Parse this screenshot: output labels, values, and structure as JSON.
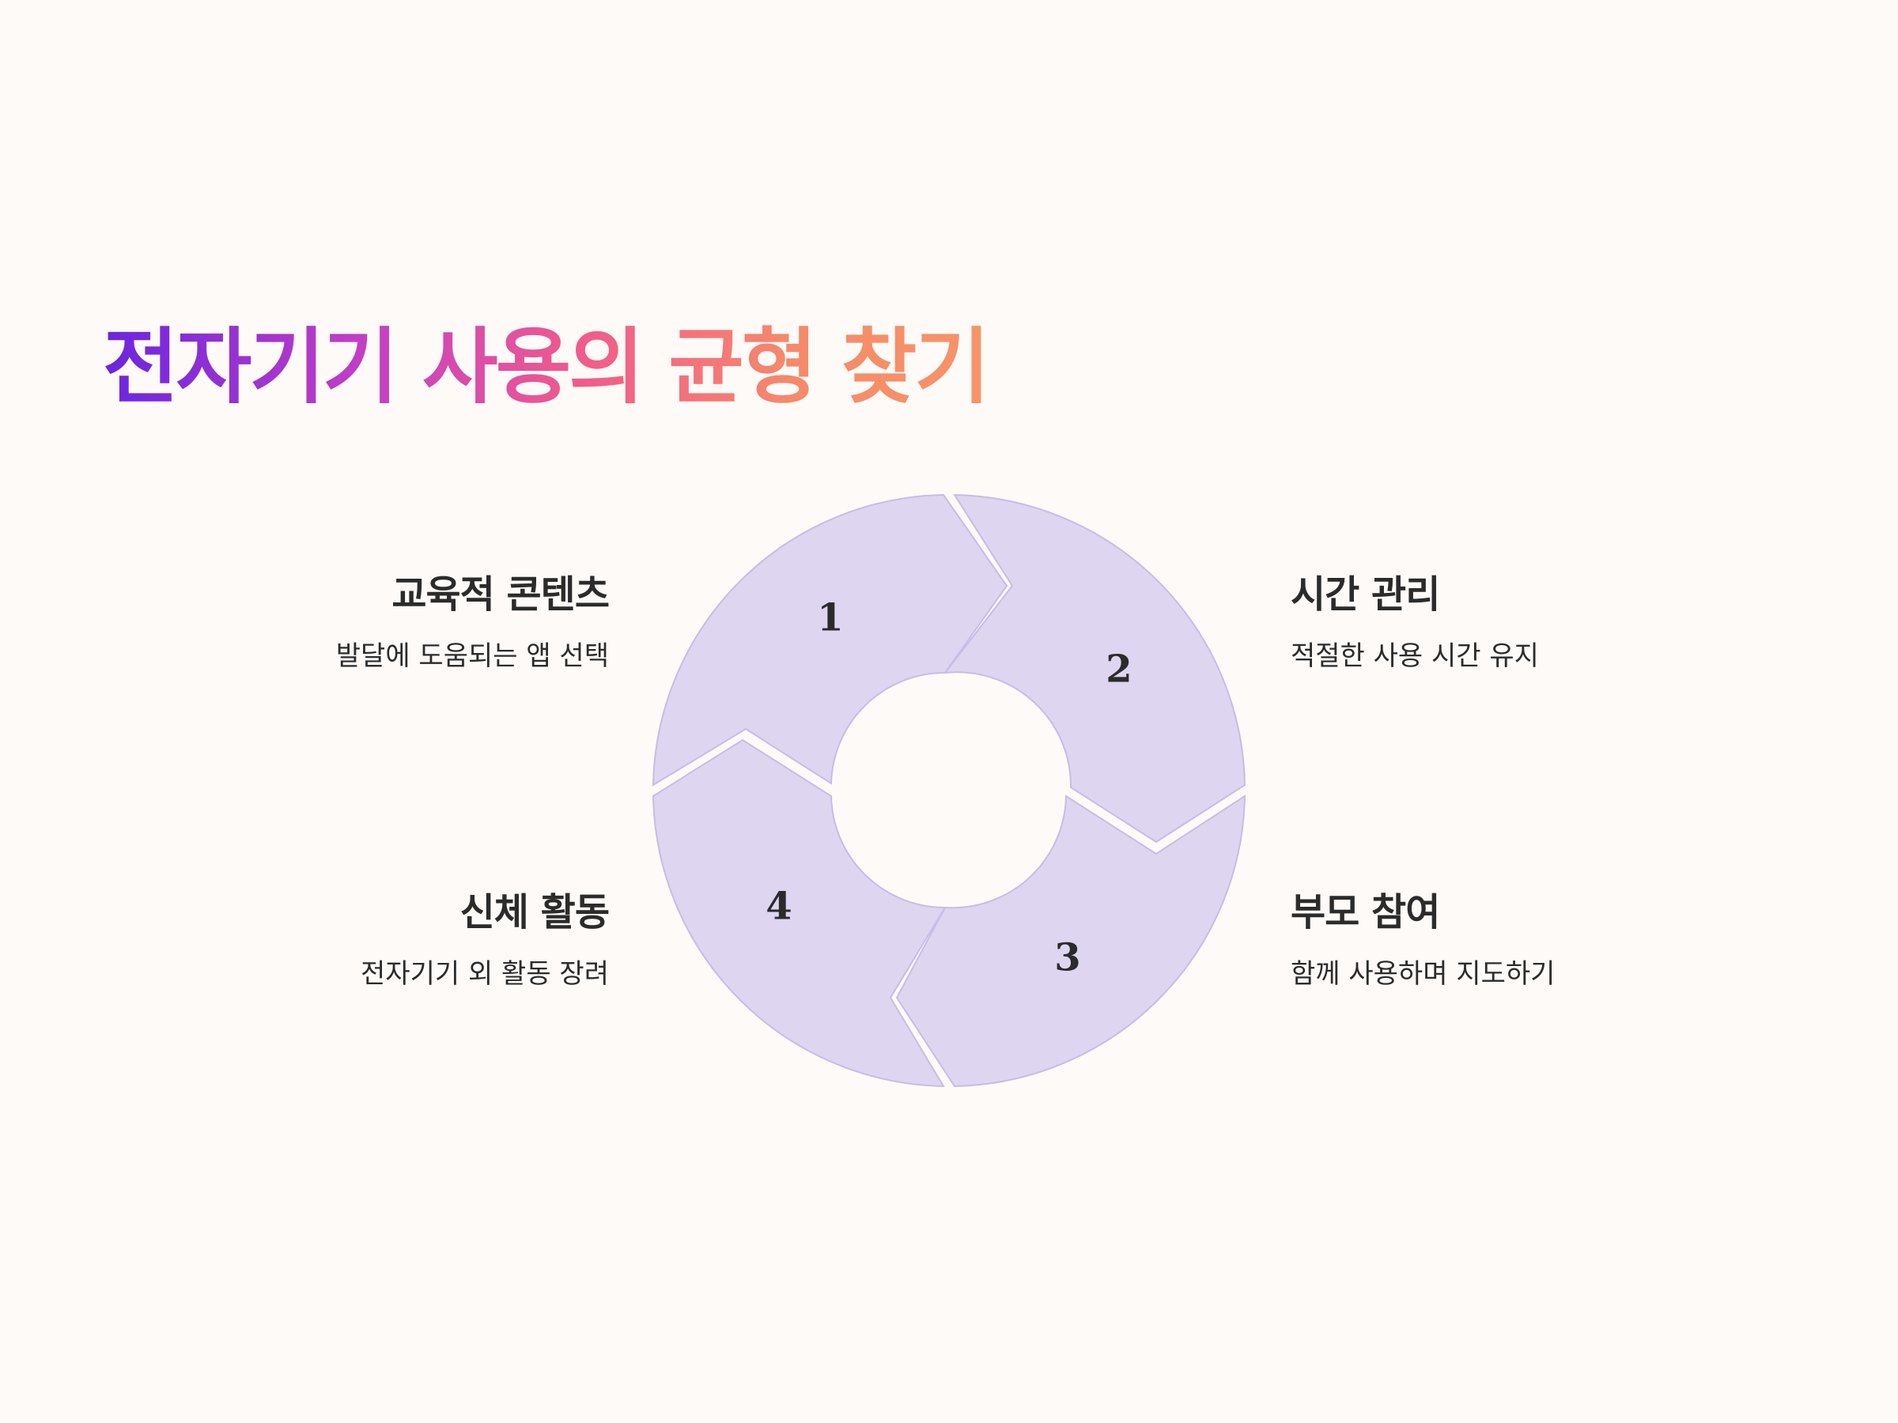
{
  "title": "전자기기 사용의 균형 찾기",
  "cycle": {
    "segments": [
      {
        "number": "1",
        "heading": "교육적 콘텐츠",
        "description": "발달에 도움되는 앱 선택"
      },
      {
        "number": "2",
        "heading": "시간 관리",
        "description": "적절한 사용 시간 유지"
      },
      {
        "number": "3",
        "heading": "부모 참여",
        "description": "함께 사용하며 지도하기"
      },
      {
        "number": "4",
        "heading": "신체 활동",
        "description": "전자기기 외 활동 장려"
      }
    ]
  },
  "colors": {
    "background": "#fefaf7",
    "segment_fill": "#ded5f1",
    "segment_stroke": "#c8bce6",
    "title_gradient_start": "#6a25e0",
    "title_gradient_end": "#f79468"
  }
}
